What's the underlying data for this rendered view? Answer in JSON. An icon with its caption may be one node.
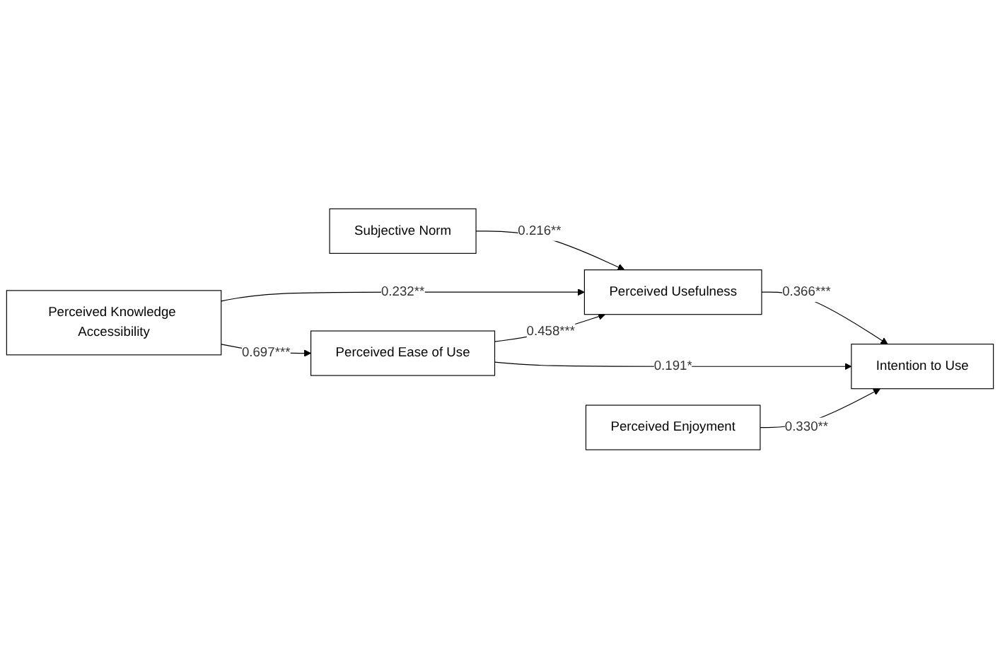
{
  "diagram": {
    "nodes": [
      {
        "text": [
          "Subjective Norm"
        ]
      },
      {
        "text": [
          "Perceived Usefulness"
        ]
      },
      {
        "text": [
          "Perceived Knowledge Accessibility"
        ]
      },
      {
        "text": [
          "Intention to Use"
        ]
      },
      {
        "text": [
          "Perceived Ease of Use"
        ]
      },
      {
        "text": [
          "Perceived Enjoyment"
        ]
      }
    ],
    "edges": [
      {
        "from": 0,
        "to": 1,
        "arrow": "to",
        "label": "0.216**"
      },
      {
        "from": 2,
        "to": 1,
        "arrow": "to",
        "label": "0.232**"
      },
      {
        "from": 1,
        "to": 3,
        "arrow": "to",
        "label": "0.366***"
      },
      {
        "from": 4,
        "to": 1,
        "arrow": "to",
        "label": "0.458***"
      },
      {
        "from": 2,
        "to": 4,
        "arrow": "to",
        "label": "0.697***"
      },
      {
        "from": 4,
        "to": 3,
        "arrow": "to",
        "label": "0.191*"
      },
      {
        "from": 5,
        "to": 3,
        "arrow": "to",
        "label": "0.330**"
      }
    ]
  }
}
